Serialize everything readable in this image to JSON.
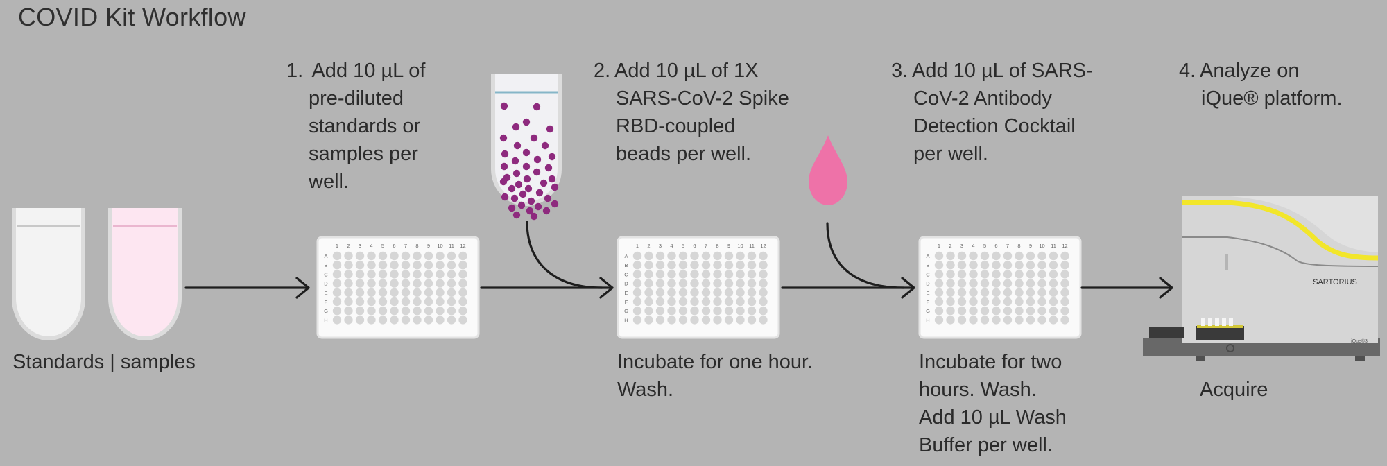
{
  "title": "COVID Kit Workflow",
  "steps": [
    {
      "number": "1.",
      "lines": [
        "Add 10 µL of",
        "pre-diluted",
        "standards or",
        "samples per",
        "well."
      ]
    },
    {
      "number": "2.",
      "lines": [
        "Add 10 µL of  1X",
        "SARS-CoV-2 Spike",
        "RBD-coupled",
        "beads per well."
      ]
    },
    {
      "number": "3.",
      "lines": [
        "Add 10 µL of SARS-",
        "CoV-2 Antibody",
        "Detection Cocktail",
        "per well."
      ]
    },
    {
      "number": "4.",
      "lines": [
        "Analyze on",
        "iQue® platform."
      ]
    }
  ],
  "captions": {
    "tubes": "Standards | samples",
    "incubate1": [
      "Incubate for one hour.",
      "Wash."
    ],
    "incubate2": [
      "Incubate for two",
      "hours. Wash.",
      "Add 10 µL Wash",
      "Buffer per well."
    ],
    "acquire": "Acquire"
  },
  "plate": {
    "columns": [
      "1",
      "2",
      "3",
      "4",
      "5",
      "6",
      "7",
      "8",
      "9",
      "10",
      "11",
      "12"
    ],
    "rows": [
      "A",
      "B",
      "C",
      "D",
      "E",
      "F",
      "G",
      "H"
    ]
  },
  "instrument": {
    "brand": "SARTORIUS",
    "model": "iQue®3"
  },
  "colors": {
    "background": "#b4b4b4",
    "bead": "#8e2a7e",
    "drop": "#ee72a8",
    "sample_liquid": "#fde6f1",
    "accent_yellow": "#f2e62a",
    "arrow": "#1e1e1e"
  }
}
